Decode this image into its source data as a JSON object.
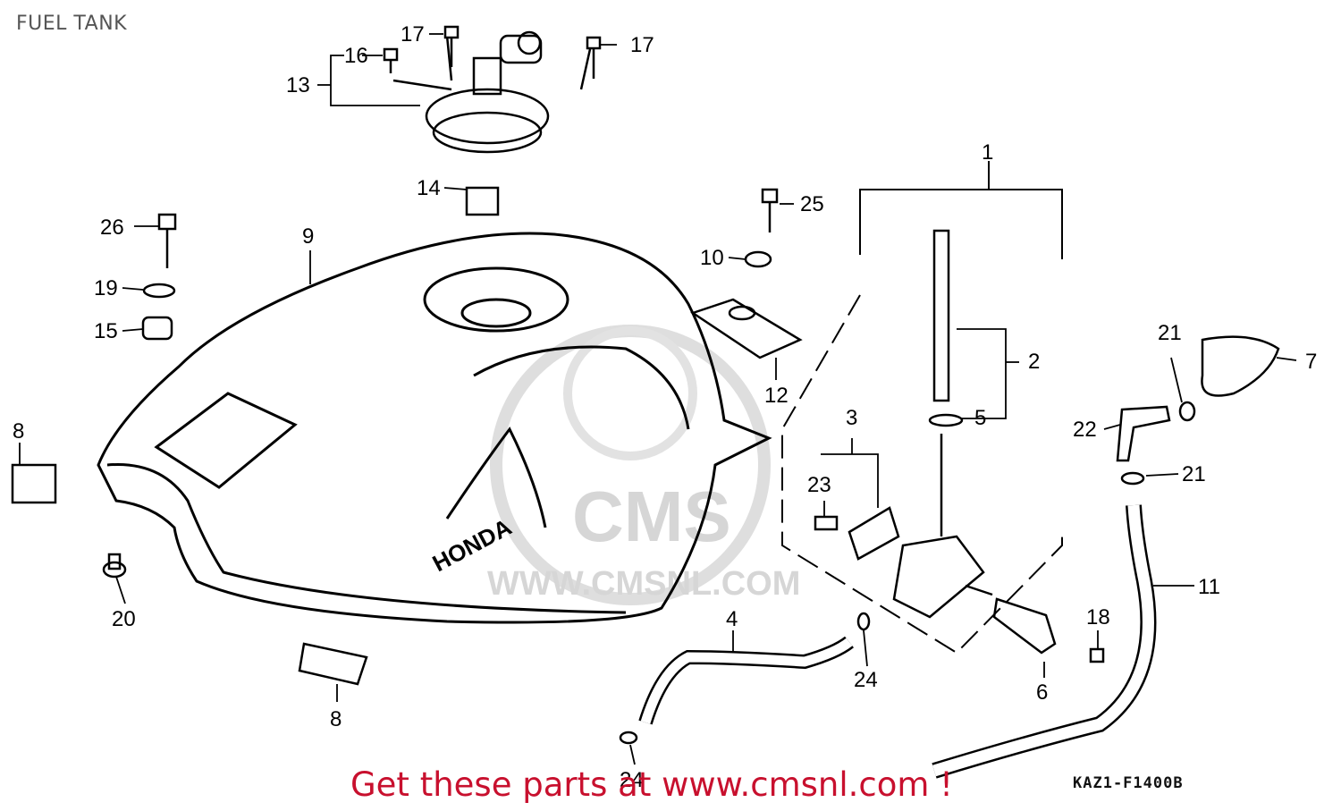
{
  "title": "FUEL TANK",
  "promo": "Get these parts at www.cmsnl.com !",
  "diagram_code": "KAZ1-F1400B",
  "watermark": {
    "brand": "CMS",
    "url": "WWW.CMSNL.COM"
  },
  "tank_logo": "HONDA",
  "callouts": [
    "1",
    "2",
    "3",
    "4",
    "5",
    "6",
    "7",
    "8",
    "8",
    "9",
    "10",
    "11",
    "12",
    "13",
    "14",
    "15",
    "16",
    "17",
    "17",
    "18",
    "19",
    "20",
    "21",
    "21",
    "22",
    "23",
    "24",
    "24",
    "25",
    "26"
  ],
  "colors": {
    "promo": "#c8102e",
    "title": "#555555",
    "watermark": "#d6d6d6"
  }
}
